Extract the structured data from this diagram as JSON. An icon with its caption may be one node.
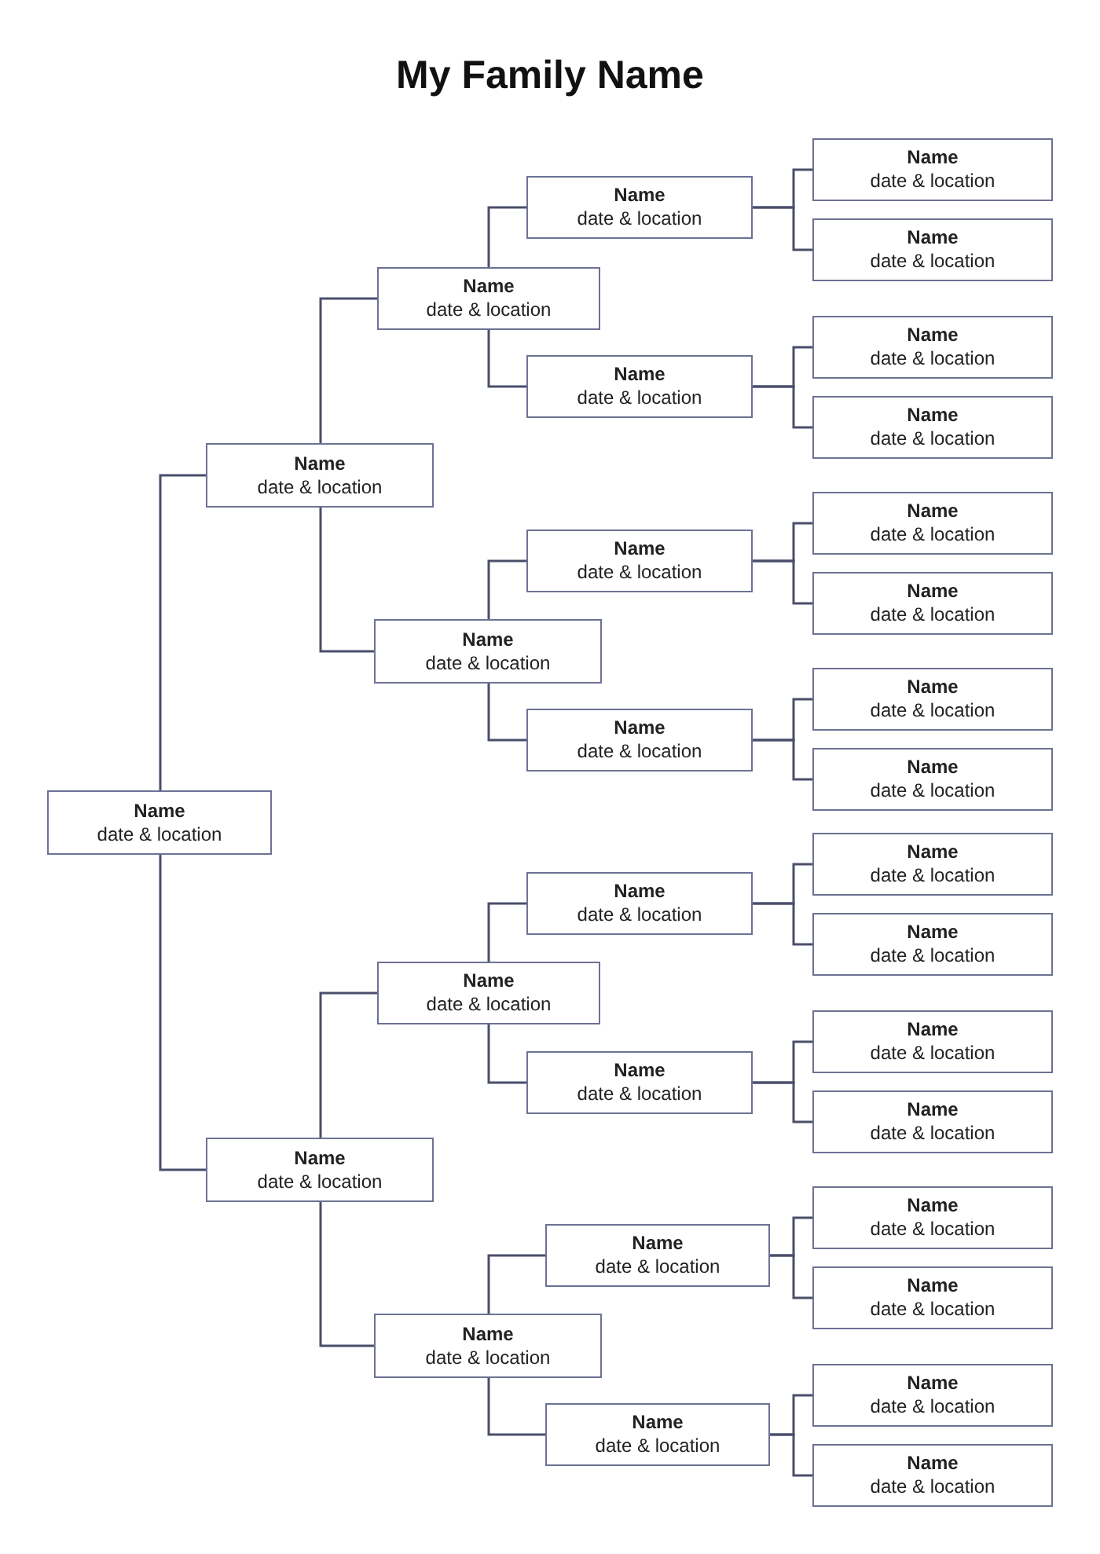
{
  "diagram": {
    "title": "My Family Name",
    "nodes": [
      {
        "text": [
          "Name",
          "date & location"
        ]
      },
      {
        "text": [
          "Name",
          "date & location"
        ]
      },
      {
        "text": [
          "Name",
          "date & location"
        ]
      },
      {
        "text": [
          "Name",
          "date & location"
        ]
      },
      {
        "text": [
          "Name",
          "date & location"
        ]
      },
      {
        "text": [
          "Name",
          "date & location"
        ]
      },
      {
        "text": [
          "Name",
          "date & location"
        ]
      },
      {
        "text": [
          "Name",
          "date & location"
        ]
      },
      {
        "text": [
          "Name",
          "date & location"
        ]
      },
      {
        "text": [
          "Name",
          "date & location"
        ]
      },
      {
        "text": [
          "Name",
          "date & location"
        ]
      },
      {
        "text": [
          "Name",
          "date & location"
        ]
      },
      {
        "text": [
          "Name",
          "date & location"
        ]
      },
      {
        "text": [
          "Name",
          "date & location"
        ]
      },
      {
        "text": [
          "Name",
          "date & location"
        ]
      },
      {
        "text": [
          "Name",
          "date & location"
        ]
      },
      {
        "text": [
          "Name",
          "date & location"
        ]
      },
      {
        "text": [
          "Name",
          "date & location"
        ]
      },
      {
        "text": [
          "Name",
          "date & location"
        ]
      },
      {
        "text": [
          "Name",
          "date & location"
        ]
      },
      {
        "text": [
          "Name",
          "date & location"
        ]
      },
      {
        "text": [
          "Name",
          "date & location"
        ]
      },
      {
        "text": [
          "Name",
          "date & location"
        ]
      },
      {
        "text": [
          "Name",
          "date & location"
        ]
      },
      {
        "text": [
          "Name",
          "date & location"
        ]
      },
      {
        "text": [
          "Name",
          "date & location"
        ]
      },
      {
        "text": [
          "Name",
          "date & location"
        ]
      },
      {
        "text": [
          "Name",
          "date & location"
        ]
      },
      {
        "text": [
          "Name",
          "date & location"
        ]
      },
      {
        "text": [
          "Name",
          "date & location"
        ]
      },
      {
        "text": [
          "Name",
          "date & location"
        ]
      }
    ],
    "edges": [
      {
        "from": 0,
        "to": 1,
        "arrow": "none"
      },
      {
        "from": 0,
        "to": 2,
        "arrow": "none"
      },
      {
        "from": 1,
        "to": 3,
        "arrow": "none"
      },
      {
        "from": 1,
        "to": 4,
        "arrow": "none"
      },
      {
        "from": 2,
        "to": 5,
        "arrow": "none"
      },
      {
        "from": 2,
        "to": 6,
        "arrow": "none"
      },
      {
        "from": 3,
        "to": 7,
        "arrow": "none"
      },
      {
        "from": 3,
        "to": 8,
        "arrow": "none"
      },
      {
        "from": 4,
        "to": 9,
        "arrow": "none"
      },
      {
        "from": 4,
        "to": 10,
        "arrow": "none"
      },
      {
        "from": 5,
        "to": 11,
        "arrow": "none"
      },
      {
        "from": 5,
        "to": 12,
        "arrow": "none"
      },
      {
        "from": 6,
        "to": 13,
        "arrow": "none"
      },
      {
        "from": 6,
        "to": 14,
        "arrow": "none"
      },
      {
        "from": 7,
        "to": 15,
        "arrow": "none"
      },
      {
        "from": 7,
        "to": 16,
        "arrow": "none"
      },
      {
        "from": 8,
        "to": 17,
        "arrow": "none"
      },
      {
        "from": 8,
        "to": 18,
        "arrow": "none"
      },
      {
        "from": 9,
        "to": 19,
        "arrow": "none"
      },
      {
        "from": 9,
        "to": 20,
        "arrow": "none"
      },
      {
        "from": 10,
        "to": 21,
        "arrow": "none"
      },
      {
        "from": 10,
        "to": 22,
        "arrow": "none"
      },
      {
        "from": 11,
        "to": 23,
        "arrow": "none"
      },
      {
        "from": 11,
        "to": 24,
        "arrow": "none"
      },
      {
        "from": 12,
        "to": 25,
        "arrow": "none"
      },
      {
        "from": 12,
        "to": 26,
        "arrow": "none"
      },
      {
        "from": 13,
        "to": 27,
        "arrow": "none"
      },
      {
        "from": 13,
        "to": 28,
        "arrow": "none"
      },
      {
        "from": 14,
        "to": 29,
        "arrow": "none"
      },
      {
        "from": 14,
        "to": 30,
        "arrow": "none"
      }
    ]
  }
}
